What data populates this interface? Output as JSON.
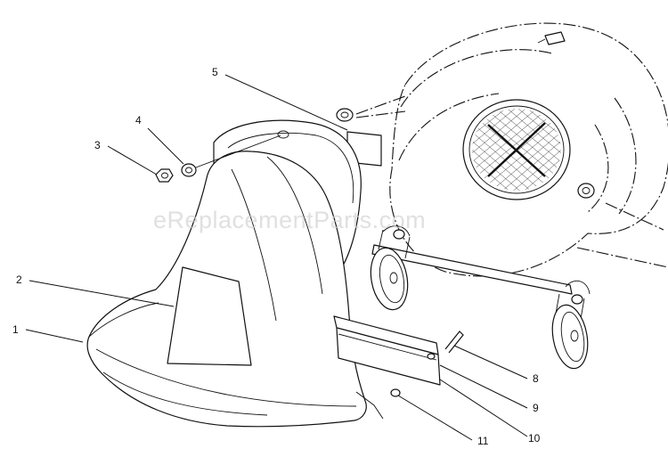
{
  "watermark": "eReplacementParts.com",
  "callouts": {
    "c1": "1",
    "c2": "2",
    "c3": "3",
    "c4": "4",
    "c5": "5",
    "c8": "8",
    "c9": "9",
    "c10": "10",
    "c11": "11"
  }
}
